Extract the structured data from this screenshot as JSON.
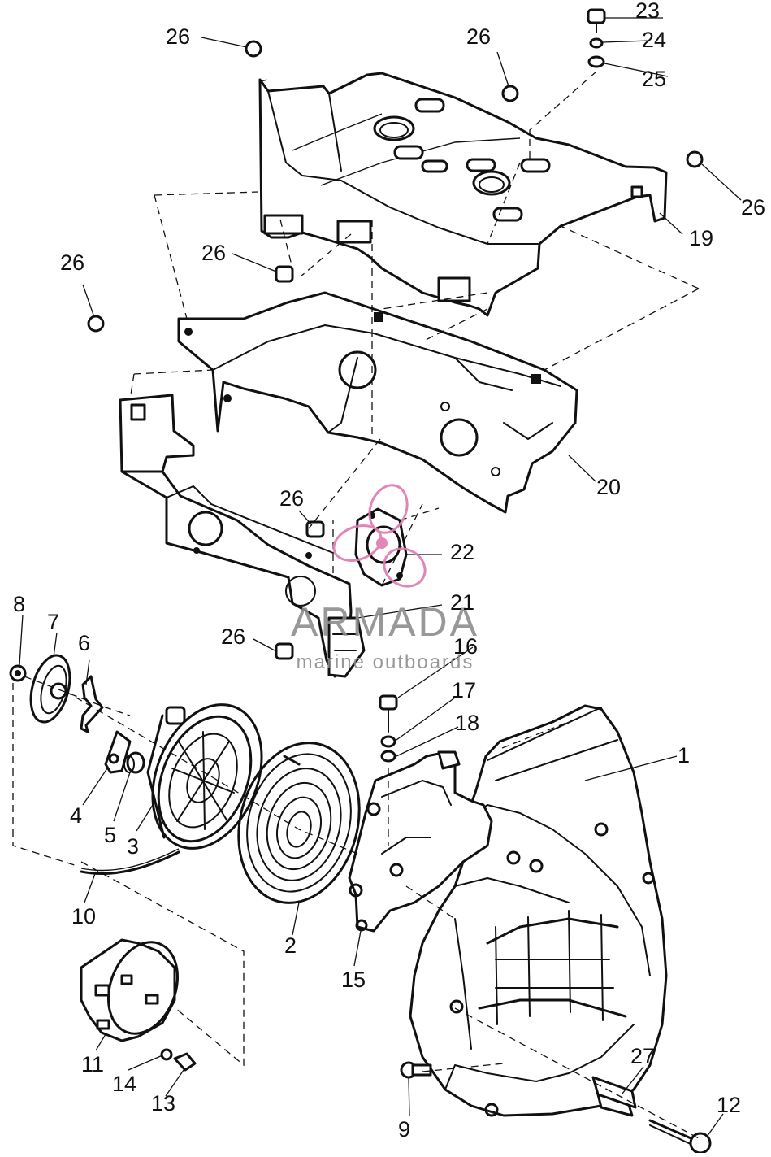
{
  "watermark": {
    "brand": "ARMADA",
    "tagline": "marine outboards",
    "logo_color": "#e07ab0",
    "text_color": "#8d8d8d"
  },
  "callouts": [
    {
      "id": "c1",
      "label": "1"
    },
    {
      "id": "c2",
      "label": "2"
    },
    {
      "id": "c3",
      "label": "3"
    },
    {
      "id": "c4",
      "label": "4"
    },
    {
      "id": "c5",
      "label": "5"
    },
    {
      "id": "c6",
      "label": "6"
    },
    {
      "id": "c7",
      "label": "7"
    },
    {
      "id": "c8",
      "label": "8"
    },
    {
      "id": "c9",
      "label": "9"
    },
    {
      "id": "c10",
      "label": "10"
    },
    {
      "id": "c11",
      "label": "11"
    },
    {
      "id": "c12",
      "label": "12"
    },
    {
      "id": "c13",
      "label": "13"
    },
    {
      "id": "c14",
      "label": "14"
    },
    {
      "id": "c15",
      "label": "15"
    },
    {
      "id": "c16",
      "label": "16"
    },
    {
      "id": "c17",
      "label": "17"
    },
    {
      "id": "c18",
      "label": "18"
    },
    {
      "id": "c19",
      "label": "19"
    },
    {
      "id": "c20",
      "label": "20"
    },
    {
      "id": "c21",
      "label": "21"
    },
    {
      "id": "c22",
      "label": "22"
    },
    {
      "id": "c23",
      "label": "23"
    },
    {
      "id": "c24",
      "label": "24"
    },
    {
      "id": "c25",
      "label": "25"
    },
    {
      "id": "c26a",
      "label": "26"
    },
    {
      "id": "c26b",
      "label": "26"
    },
    {
      "id": "c26c",
      "label": "26"
    },
    {
      "id": "c26d",
      "label": "26"
    },
    {
      "id": "c26e",
      "label": "26"
    },
    {
      "id": "c26f",
      "label": "26"
    },
    {
      "id": "c26g",
      "label": "26"
    },
    {
      "id": "c27",
      "label": "27"
    }
  ]
}
